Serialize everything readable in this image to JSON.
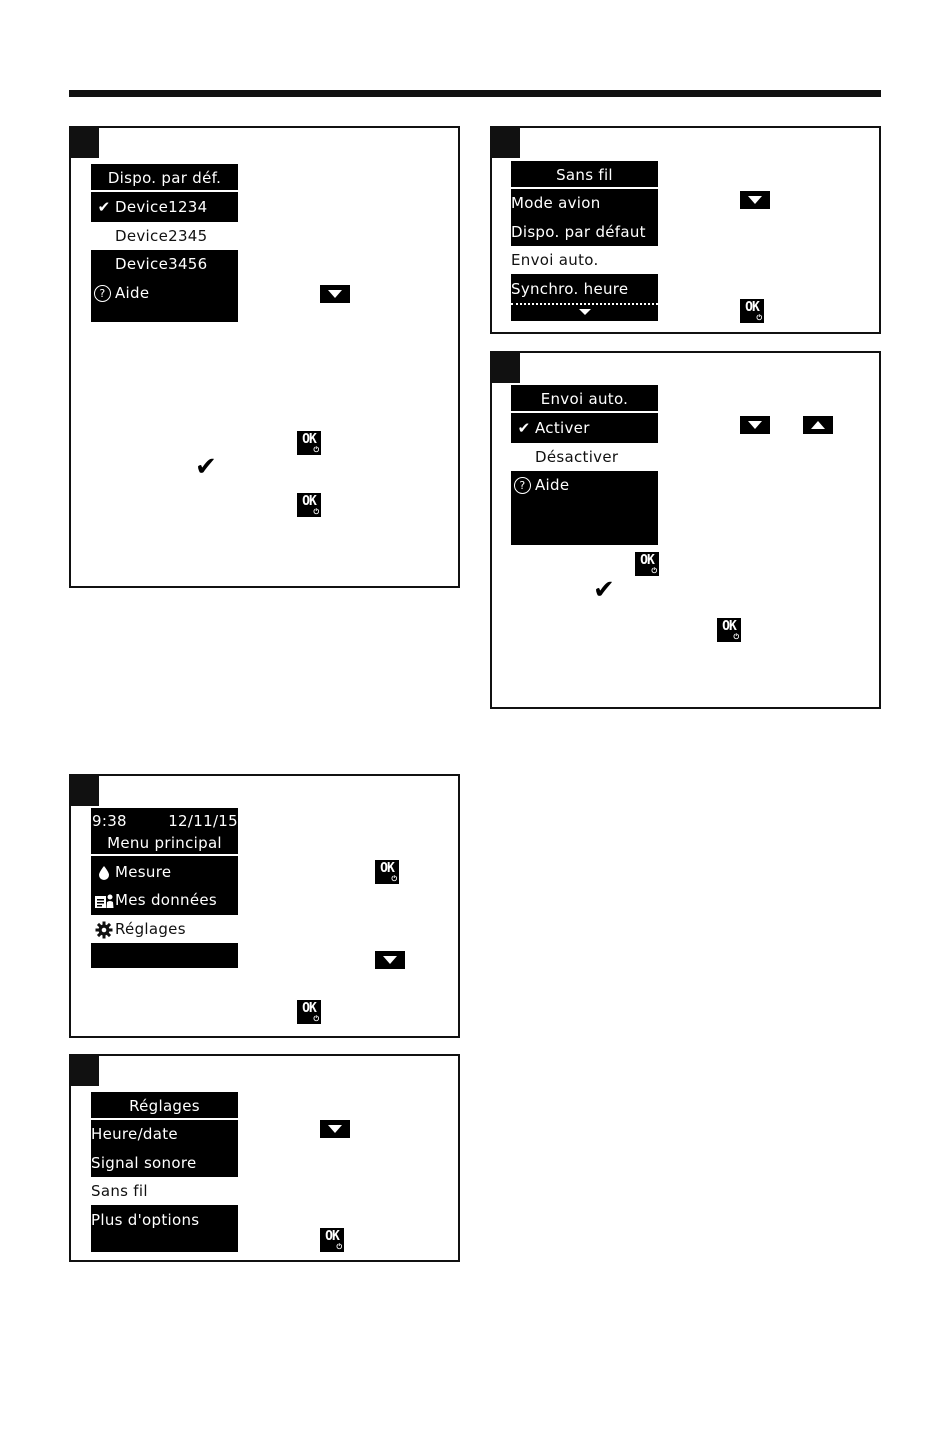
{
  "ok_label": "OK",
  "power_glyph": "⏻",
  "checkmark": "✔",
  "panel_a": {
    "screen_title": "Dispo. par déf.",
    "items": [
      {
        "icon": "✔",
        "label": "Device1234",
        "selected": true
      },
      {
        "icon": "",
        "label": "Device2345",
        "highlighted": true
      },
      {
        "icon": "",
        "label": "Device3456"
      },
      {
        "icon": "?",
        "label": "Aide"
      }
    ]
  },
  "panel_b": {
    "screen_title": "Sans fil",
    "items": [
      {
        "label": "Mode avion"
      },
      {
        "label": "Dispo. par défaut"
      },
      {
        "label": "Envoi auto.",
        "highlighted": true
      },
      {
        "label": "Synchro. heure"
      }
    ]
  },
  "panel_c": {
    "screen_title": "Envoi auto.",
    "items": [
      {
        "icon": "✔",
        "label": "Activer",
        "selected": true
      },
      {
        "icon": "",
        "label": "Désactiver",
        "highlighted": true
      },
      {
        "icon": "?",
        "label": "Aide"
      }
    ]
  },
  "panel_d": {
    "time": "9:38",
    "date": "12/11/15",
    "screen_title": "Menu principal",
    "items": [
      {
        "icon": "drop-icon",
        "label": "Mesure"
      },
      {
        "icon": "data-icon",
        "label": "Mes données"
      },
      {
        "icon": "gear-icon",
        "label": "Réglages",
        "highlighted": true
      }
    ]
  },
  "panel_e": {
    "screen_title": "Réglages",
    "items": [
      {
        "label": "Heure/date"
      },
      {
        "label": "Signal sonore"
      },
      {
        "label": "Sans fil",
        "highlighted": true
      },
      {
        "label": "Plus d'options"
      }
    ]
  }
}
